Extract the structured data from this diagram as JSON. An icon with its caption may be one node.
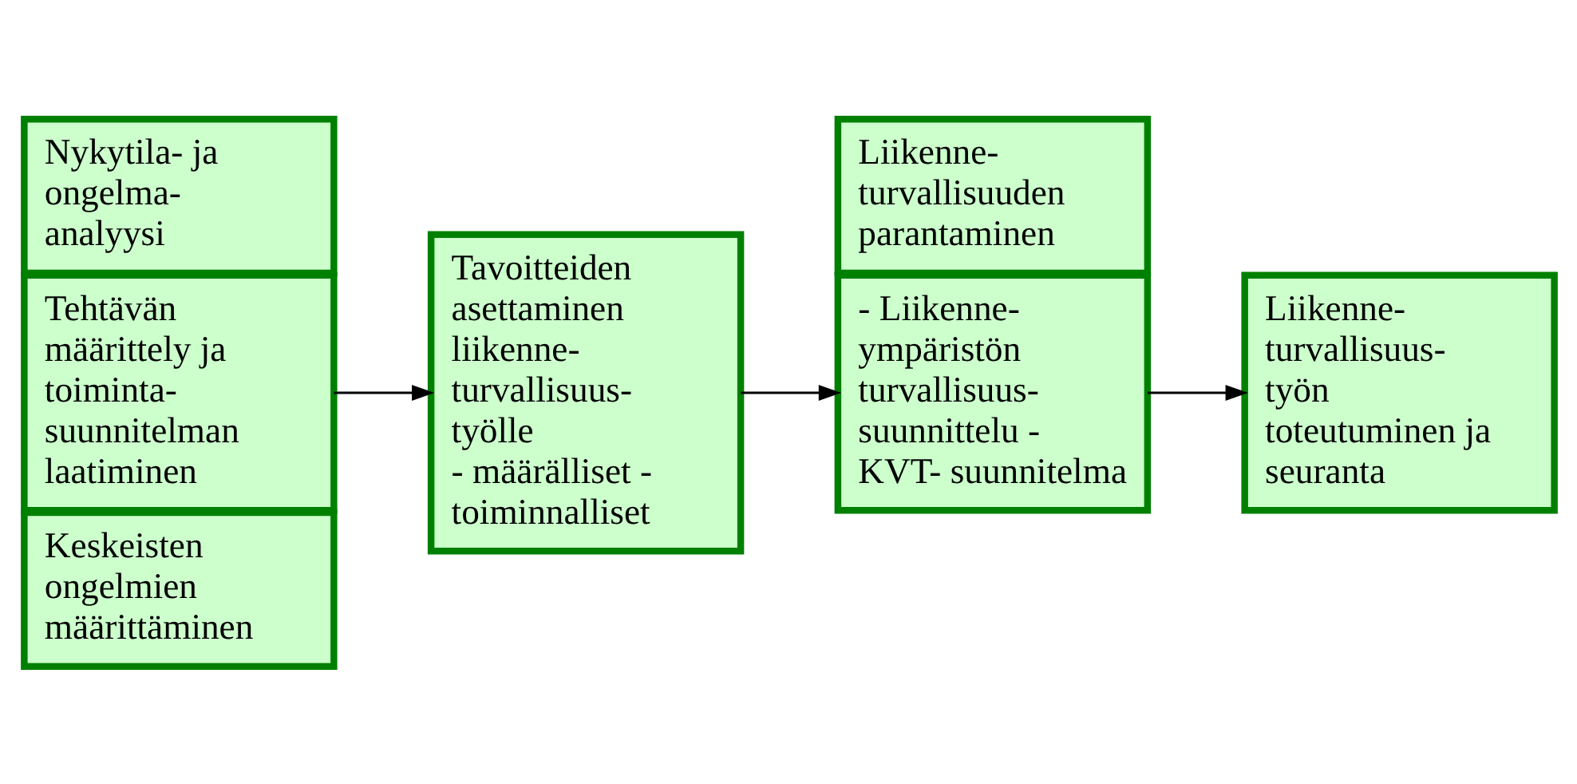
{
  "diagram": {
    "nodes": [
      {
        "text": [
          "Keskeisten ongelmien määrittäminen"
        ]
      },
      {
        "text": [
          "Tehtävän määrittely ja toiminta- suunnitelman laatiminen"
        ]
      },
      {
        "text": [
          "Nykytila- ja ongelma- analyysi"
        ]
      },
      {
        "text": [
          "Tavoitteiden asettaminen liikenne- turvallisuus- työlle",
          "- määrälliset - toiminnalliset"
        ]
      },
      {
        "text": [
          "Liikenne- turvallisuuden parantaminen"
        ]
      },
      {
        "text": [
          "- Liikenne- ympäristön turvallisuus- suunnittelu - KVT- suunnitelma"
        ]
      },
      {
        "text": [
          "Liikenne- turvallisuus- työn toteutuminen ja seuranta"
        ]
      }
    ],
    "edges": [
      {
        "from": 1,
        "to": 3,
        "arrow": "to"
      },
      {
        "from": 3,
        "to": 5,
        "arrow": "to"
      },
      {
        "from": 5,
        "to": 6,
        "arrow": "to"
      }
    ]
  }
}
